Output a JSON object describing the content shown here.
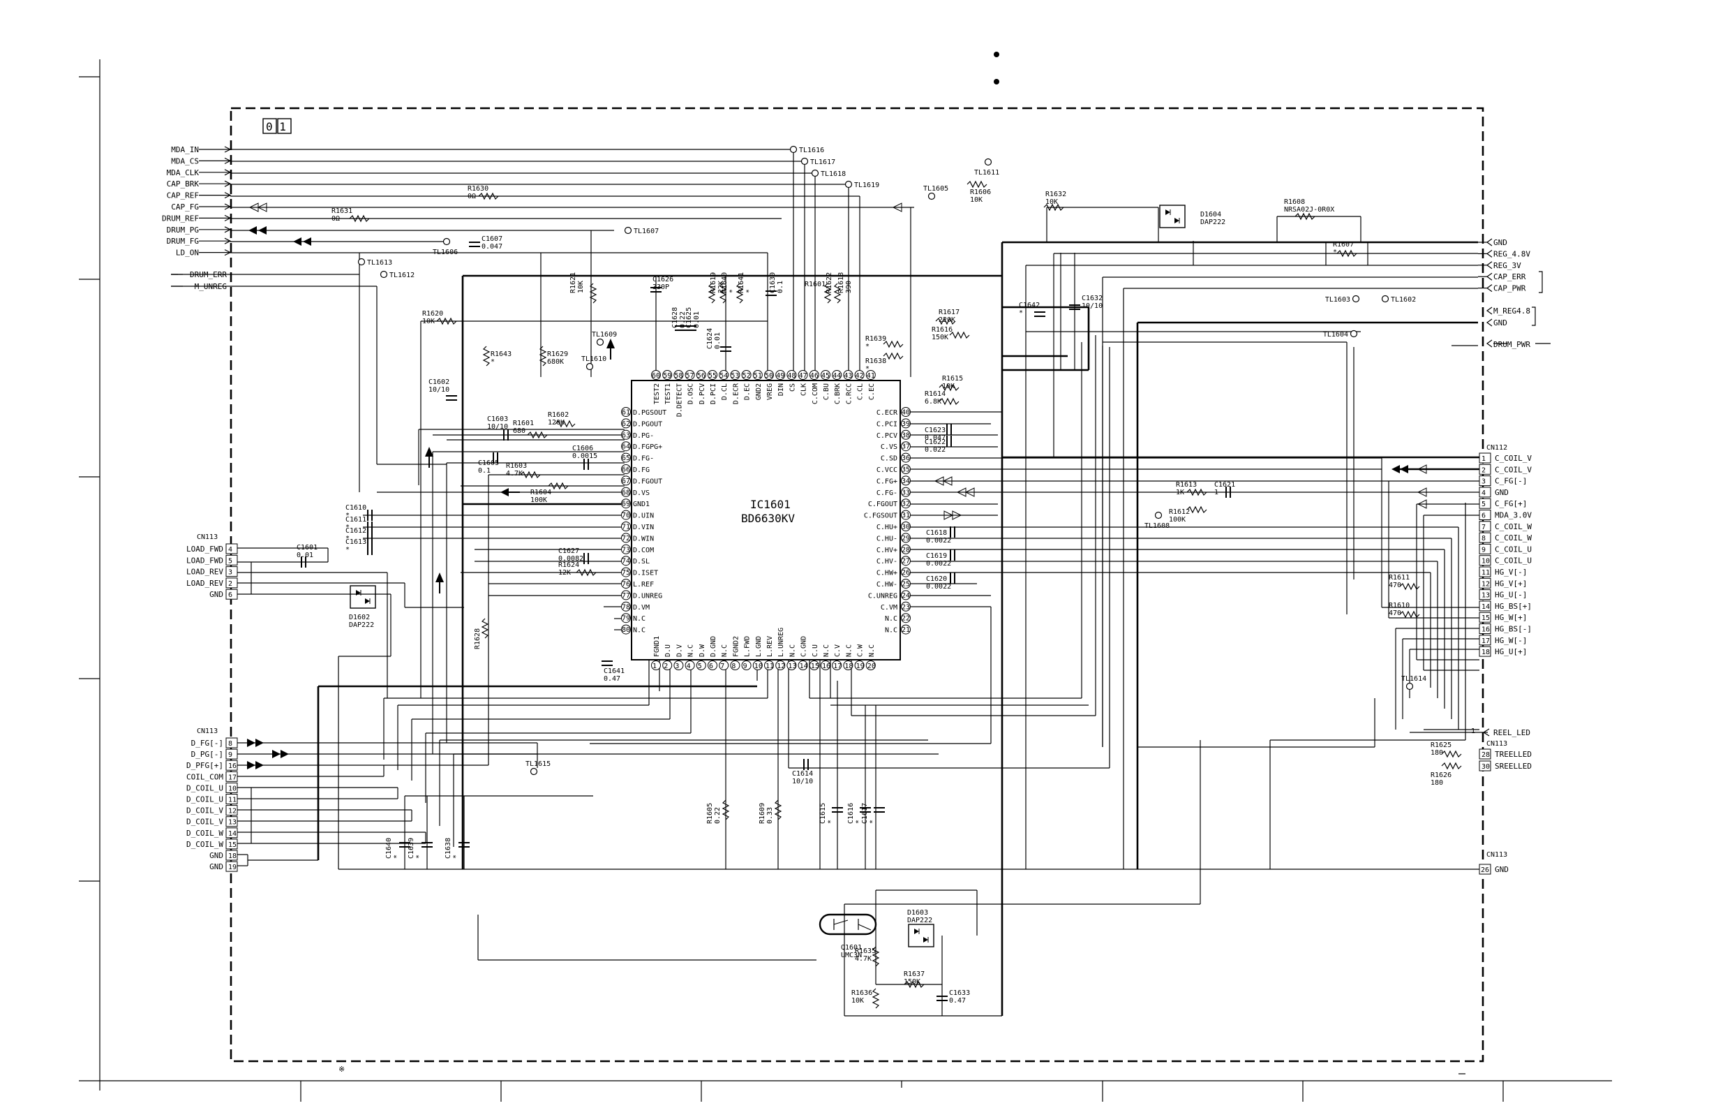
{
  "board_label": "01",
  "ic": {
    "ref": "IC1601",
    "part": "BD6630KV"
  },
  "left_top_signals": [
    "MDA_IN",
    "MDA_CS",
    "MDA_CLK",
    "CAP_BRK",
    "CAP_REF",
    "CAP_FG",
    "DRUM_REF",
    "DRUM_PG",
    "DRUM_FG",
    "LD_ON"
  ],
  "left_mid_signals": [
    "DRUM_ERR",
    "M_UNREG"
  ],
  "cn113_top": {
    "name": "CN113",
    "pins": [
      {
        "n": "4",
        "label": "LOAD_FWD"
      },
      {
        "n": "5",
        "label": "LOAD_FWD"
      },
      {
        "n": "3",
        "label": "LOAD_REV"
      },
      {
        "n": "2",
        "label": "LOAD_REV"
      },
      {
        "n": "6",
        "label": "GND"
      }
    ]
  },
  "cn113_bottom": {
    "name": "CN113",
    "pins": [
      {
        "n": "8",
        "label": "D_FG[-]"
      },
      {
        "n": "9",
        "label": "D_PG[-]"
      },
      {
        "n": "16",
        "label": "D_PFG[+]"
      },
      {
        "n": "17",
        "label": "COIL_COM"
      },
      {
        "n": "10",
        "label": "D_COIL_U"
      },
      {
        "n": "11",
        "label": "D_COIL_U"
      },
      {
        "n": "12",
        "label": "D_COIL_V"
      },
      {
        "n": "13",
        "label": "D_COIL_V"
      },
      {
        "n": "14",
        "label": "D_COIL_W"
      },
      {
        "n": "15",
        "label": "D_COIL_W"
      },
      {
        "n": "18",
        "label": "GND"
      },
      {
        "n": "19",
        "label": "GND"
      }
    ]
  },
  "right_top_signals": [
    "GND",
    "REG_4.8V",
    "REG_3V",
    "CAP_ERR",
    "CAP_PWR"
  ],
  "right_mid_signals": [
    "M_REG4.8",
    "GND"
  ],
  "drum_pwr": "DRUM_PWR",
  "cn112": {
    "name": "CN112",
    "pins": [
      {
        "n": "1",
        "label": "C_COIL_V"
      },
      {
        "n": "2",
        "label": "C_COIL_V"
      },
      {
        "n": "3",
        "label": "C_FG[-]"
      },
      {
        "n": "4",
        "label": "GND"
      },
      {
        "n": "5",
        "label": "C_FG[+]"
      },
      {
        "n": "6",
        "label": "MDA_3.0V"
      },
      {
        "n": "7",
        "label": "C_COIL_W"
      },
      {
        "n": "8",
        "label": "C_COIL_W"
      },
      {
        "n": "9",
        "label": "C_COIL_U"
      },
      {
        "n": "10",
        "label": "C_COIL_U"
      },
      {
        "n": "11",
        "label": "HG_V[-]"
      },
      {
        "n": "12",
        "label": "HG_V[+]"
      },
      {
        "n": "13",
        "label": "HG_U[-]"
      },
      {
        "n": "14",
        "label": "HG_BS[+]"
      },
      {
        "n": "15",
        "label": "HG_W[+]"
      },
      {
        "n": "16",
        "label": "HG_BS[-]"
      },
      {
        "n": "17",
        "label": "HG_W[-]"
      },
      {
        "n": "18",
        "label": "HG_U[+]"
      }
    ]
  },
  "reel_led": "REEL_LED",
  "cn113_reel": {
    "name": "CN113",
    "pins": [
      {
        "n": "28",
        "label": "TREELLED"
      },
      {
        "n": "30",
        "label": "SREELLED"
      }
    ]
  },
  "cn113_gnd": {
    "name": "CN113",
    "pin": "26",
    "label": "GND"
  },
  "ic_pins_left": [
    {
      "n": "61",
      "label": "D.PGSOUT"
    },
    {
      "n": "62",
      "label": "D.PGOUT"
    },
    {
      "n": "63",
      "label": "D.PG-"
    },
    {
      "n": "64",
      "label": "D.FGPG+"
    },
    {
      "n": "65",
      "label": "D.FG-"
    },
    {
      "n": "66",
      "label": "D.FG"
    },
    {
      "n": "67",
      "label": "D.FGOUT"
    },
    {
      "n": "68",
      "label": "D.VS"
    },
    {
      "n": "69",
      "label": "GND1"
    },
    {
      "n": "70",
      "label": "D.UIN"
    },
    {
      "n": "71",
      "label": "D.VIN"
    },
    {
      "n": "72",
      "label": "D.WIN"
    },
    {
      "n": "73",
      "label": "D.COM"
    },
    {
      "n": "74",
      "label": "D.SL"
    },
    {
      "n": "75",
      "label": "D.ISET"
    },
    {
      "n": "76",
      "label": "L.REF"
    },
    {
      "n": "77",
      "label": "D.UNREG"
    },
    {
      "n": "78",
      "label": "D.VM"
    },
    {
      "n": "79",
      "label": "N.C"
    },
    {
      "n": "80",
      "label": "N.C"
    }
  ],
  "ic_pins_right": [
    {
      "n": "40",
      "label": "C.ECR"
    },
    {
      "n": "39",
      "label": "C.PCI"
    },
    {
      "n": "38",
      "label": "C.PCV"
    },
    {
      "n": "37",
      "label": "C.VS"
    },
    {
      "n": "36",
      "label": "C.SD"
    },
    {
      "n": "35",
      "label": "C.VCC"
    },
    {
      "n": "34",
      "label": "C.FG+"
    },
    {
      "n": "33",
      "label": "C.FG-"
    },
    {
      "n": "32",
      "label": "C.FGOUT"
    },
    {
      "n": "31",
      "label": "C.FGSOUT"
    },
    {
      "n": "30",
      "label": "C.HU+"
    },
    {
      "n": "29",
      "label": "C.HU-"
    },
    {
      "n": "28",
      "label": "C.HV+"
    },
    {
      "n": "27",
      "label": "C.HV-"
    },
    {
      "n": "26",
      "label": "C.HW+"
    },
    {
      "n": "25",
      "label": "C.HW-"
    },
    {
      "n": "24",
      "label": "C.UNREG"
    },
    {
      "n": "23",
      "label": "C.VM"
    },
    {
      "n": "22",
      "label": "N.C"
    },
    {
      "n": "21",
      "label": "N.C"
    }
  ],
  "ic_pins_top": [
    {
      "n": "60",
      "label": "TEST2"
    },
    {
      "n": "59",
      "label": "TEST1"
    },
    {
      "n": "58",
      "label": "D.DETECT"
    },
    {
      "n": "57",
      "label": "D.OSC"
    },
    {
      "n": "56",
      "label": "D.PCV"
    },
    {
      "n": "55",
      "label": "D.PCI"
    },
    {
      "n": "54",
      "label": "D.CL"
    },
    {
      "n": "53",
      "label": "D.ECR"
    },
    {
      "n": "52",
      "label": "D.EC"
    },
    {
      "n": "51",
      "label": "GND2"
    },
    {
      "n": "50",
      "label": "VREG"
    },
    {
      "n": "49",
      "label": "DIN"
    },
    {
      "n": "48",
      "label": "CS"
    },
    {
      "n": "47",
      "label": "CLK"
    },
    {
      "n": "46",
      "label": "C.COM"
    },
    {
      "n": "45",
      "label": "C.BU"
    },
    {
      "n": "44",
      "label": "C.BRK"
    },
    {
      "n": "43",
      "label": "C.RCC"
    },
    {
      "n": "42",
      "label": "C.CL"
    },
    {
      "n": "41",
      "label": "C.EC"
    }
  ],
  "ic_pins_bottom": [
    {
      "n": "1",
      "label": "FGND1"
    },
    {
      "n": "2",
      "label": "D.U"
    },
    {
      "n": "3",
      "label": "D.V"
    },
    {
      "n": "4",
      "label": "N.C"
    },
    {
      "n": "5",
      "label": "D.W"
    },
    {
      "n": "6",
      "label": "D.GND"
    },
    {
      "n": "7",
      "label": "N.C"
    },
    {
      "n": "8",
      "label": "FGND2"
    },
    {
      "n": "9",
      "label": "L.FWD"
    },
    {
      "n": "10",
      "label": "L.GND"
    },
    {
      "n": "11",
      "label": "L.REV"
    },
    {
      "n": "12",
      "label": "L.UNREG"
    },
    {
      "n": "13",
      "label": "N.C"
    },
    {
      "n": "14",
      "label": "C.GND"
    },
    {
      "n": "15",
      "label": "C.U"
    },
    {
      "n": "16",
      "label": "N.C"
    },
    {
      "n": "17",
      "label": "C.V"
    },
    {
      "n": "18",
      "label": "N.C"
    },
    {
      "n": "19",
      "label": "C.W"
    },
    {
      "n": "20",
      "label": "N.C"
    }
  ],
  "components": [
    {
      "id": "R1631",
      "ref": "R1631",
      "val": "0Ω"
    },
    {
      "id": "R1630",
      "ref": "R1630",
      "val": "0Ω"
    },
    {
      "id": "C1607",
      "ref": "C1607",
      "val": "0.047"
    },
    {
      "id": "R1620",
      "ref": "R1620",
      "val": "10K"
    },
    {
      "id": "R1643",
      "ref": "R1643",
      "val": "*"
    },
    {
      "id": "R1629",
      "ref": "R1629",
      "val": "680K"
    },
    {
      "id": "R1621",
      "ref": "R1621",
      "val": "10K"
    },
    {
      "id": "C1626",
      "ref": "C1626",
      "val": "330P"
    },
    {
      "id": "C1628",
      "ref": "C1628",
      "val": "0.22"
    },
    {
      "id": "C1625",
      "ref": "C1625",
      "val": "0.01"
    },
    {
      "id": "R1619",
      "ref": "R1619",
      "val": "22K"
    },
    {
      "id": "R1640",
      "ref": "R1640",
      "val": "*"
    },
    {
      "id": "R1641",
      "ref": "R1641",
      "val": "*"
    },
    {
      "id": "C1624",
      "ref": "C1624",
      "val": "0.01"
    },
    {
      "id": "C1630",
      "ref": "C1630",
      "val": "0.1"
    },
    {
      "id": "R1601",
      "ref": "R1601",
      "val": ""
    },
    {
      "id": "R1622",
      "ref": "R1622",
      "val": ""
    },
    {
      "id": "R1618",
      "ref": "R1618",
      "val": "390"
    },
    {
      "id": "C1602",
      "ref": "C1602",
      "val": "10/10"
    },
    {
      "id": "C1603",
      "ref": "C1603",
      "val": "10/10"
    },
    {
      "id": "R1601b",
      "ref": "R1601",
      "val": "680"
    },
    {
      "id": "R1602",
      "ref": "R1602",
      "val": "120K"
    },
    {
      "id": "C1606",
      "ref": "C1606",
      "val": "0.0015"
    },
    {
      "id": "C1605",
      "ref": "C1605",
      "val": "0.1"
    },
    {
      "id": "R1603",
      "ref": "R1603",
      "val": "4.7K"
    },
    {
      "id": "R1604",
      "ref": "R1604",
      "val": "100K"
    },
    {
      "id": "C1610",
      "ref": "C1610",
      "val": "*"
    },
    {
      "id": "C1611",
      "ref": "C1611",
      "val": "*"
    },
    {
      "id": "C1612",
      "ref": "C1612",
      "val": "*"
    },
    {
      "id": "C1613",
      "ref": "C1613",
      "val": "*"
    },
    {
      "id": "C1627",
      "ref": "C1627",
      "val": "0.0082"
    },
    {
      "id": "R1624",
      "ref": "R1624",
      "val": "12K"
    },
    {
      "id": "C1601",
      "ref": "C1601",
      "val": "0.01"
    },
    {
      "id": "D1602",
      "ref": "D1602",
      "val": "DAP222"
    },
    {
      "id": "R1628",
      "ref": "R1628",
      "val": ""
    },
    {
      "id": "C1641",
      "ref": "C1641",
      "val": "0.47"
    },
    {
      "id": "R1606",
      "ref": "R1606",
      "val": "10K"
    },
    {
      "id": "R1632",
      "ref": "R1632",
      "val": "10K"
    },
    {
      "id": "D1604",
      "ref": "D1604",
      "val": "DAP222"
    },
    {
      "id": "R1608",
      "ref": "R1608",
      "val": "NRSA02J-0R0X"
    },
    {
      "id": "R1607",
      "ref": "R1607",
      "val": "*"
    },
    {
      "id": "R1617",
      "ref": "R1617",
      "val": "220K"
    },
    {
      "id": "R1616",
      "ref": "R1616",
      "val": "150K"
    },
    {
      "id": "R1639",
      "ref": "R1639",
      "val": "*"
    },
    {
      "id": "R1638",
      "ref": "R1638",
      "val": "*"
    },
    {
      "id": "C1642",
      "ref": "C1642",
      "val": "*"
    },
    {
      "id": "C1632",
      "ref": "C1632",
      "val": "10/10"
    },
    {
      "id": "R1615",
      "ref": "R1615",
      "val": "10K"
    },
    {
      "id": "R1614",
      "ref": "R1614",
      "val": "6.8K"
    },
    {
      "id": "C1623",
      "ref": "C1623",
      "val": "0.047"
    },
    {
      "id": "C1622",
      "ref": "C1622",
      "val": "0.022"
    },
    {
      "id": "C1618",
      "ref": "C1618",
      "val": "0.0022"
    },
    {
      "id": "C1619",
      "ref": "C1619",
      "val": "0.0022"
    },
    {
      "id": "C1620",
      "ref": "C1620",
      "val": "0.0022"
    },
    {
      "id": "R1613",
      "ref": "R1613",
      "val": "1K"
    },
    {
      "id": "R1612",
      "ref": "R1612",
      "val": "100K"
    },
    {
      "id": "C1621",
      "ref": "C1621",
      "val": "1"
    },
    {
      "id": "R1611",
      "ref": "R1611",
      "val": "470"
    },
    {
      "id": "R1610",
      "ref": "R1610",
      "val": "470"
    },
    {
      "id": "R1625",
      "ref": "R1625",
      "val": "180"
    },
    {
      "id": "R1626",
      "ref": "R1626",
      "val": "180"
    },
    {
      "id": "R1605",
      "ref": "R1605",
      "val": "0.22"
    },
    {
      "id": "R1609",
      "ref": "R1609",
      "val": "0.33"
    },
    {
      "id": "C1614",
      "ref": "C1614",
      "val": "10/10"
    },
    {
      "id": "C1615",
      "ref": "C1615",
      "val": "*"
    },
    {
      "id": "C1616",
      "ref": "C1616",
      "val": "*"
    },
    {
      "id": "C1617",
      "ref": "C1617",
      "val": "*"
    },
    {
      "id": "C1640",
      "ref": "C1640",
      "val": "*"
    },
    {
      "id": "C1639",
      "ref": "C1639",
      "val": "*"
    },
    {
      "id": "C1638",
      "ref": "C1638",
      "val": "*"
    },
    {
      "id": "Q1601",
      "ref": "Q1601",
      "val": "UMC3N"
    },
    {
      "id": "D1603",
      "ref": "D1603",
      "val": "DAP222"
    },
    {
      "id": "R1635",
      "ref": "R1635",
      "val": "4.7K"
    },
    {
      "id": "R1637",
      "ref": "R1637",
      "val": "150K"
    },
    {
      "id": "R1636",
      "ref": "R1636",
      "val": "10K"
    },
    {
      "id": "C1633",
      "ref": "C1633",
      "val": "0.47"
    }
  ],
  "test_points": [
    {
      "id": "TL1616",
      "label": "TL1616"
    },
    {
      "id": "TL1617",
      "label": "TL1617"
    },
    {
      "id": "TL1618",
      "label": "TL1618"
    },
    {
      "id": "TL1619",
      "label": "TL1619"
    },
    {
      "id": "TL1605",
      "label": "TL1605"
    },
    {
      "id": "TL1611",
      "label": "TL1611"
    },
    {
      "id": "TL1607",
      "label": "TL1607"
    },
    {
      "id": "TL1606",
      "label": "TL1606"
    },
    {
      "id": "TL1613",
      "label": "TL1613"
    },
    {
      "id": "TL1612",
      "label": "TL1612"
    },
    {
      "id": "TL1609",
      "label": "TL1609"
    },
    {
      "id": "TL1610",
      "label": "TL1610"
    },
    {
      "id": "TL1603",
      "label": "TL1603"
    },
    {
      "id": "TL1602",
      "label": "TL1602"
    },
    {
      "id": "TL1604",
      "label": "TL1604"
    },
    {
      "id": "TL1608",
      "label": "TL1608"
    },
    {
      "id": "TL1614",
      "label": "TL1614"
    },
    {
      "id": "TL1615",
      "label": "TL1615"
    }
  ],
  "footnote_mark": "※",
  "reel_pin_mark": "1"
}
